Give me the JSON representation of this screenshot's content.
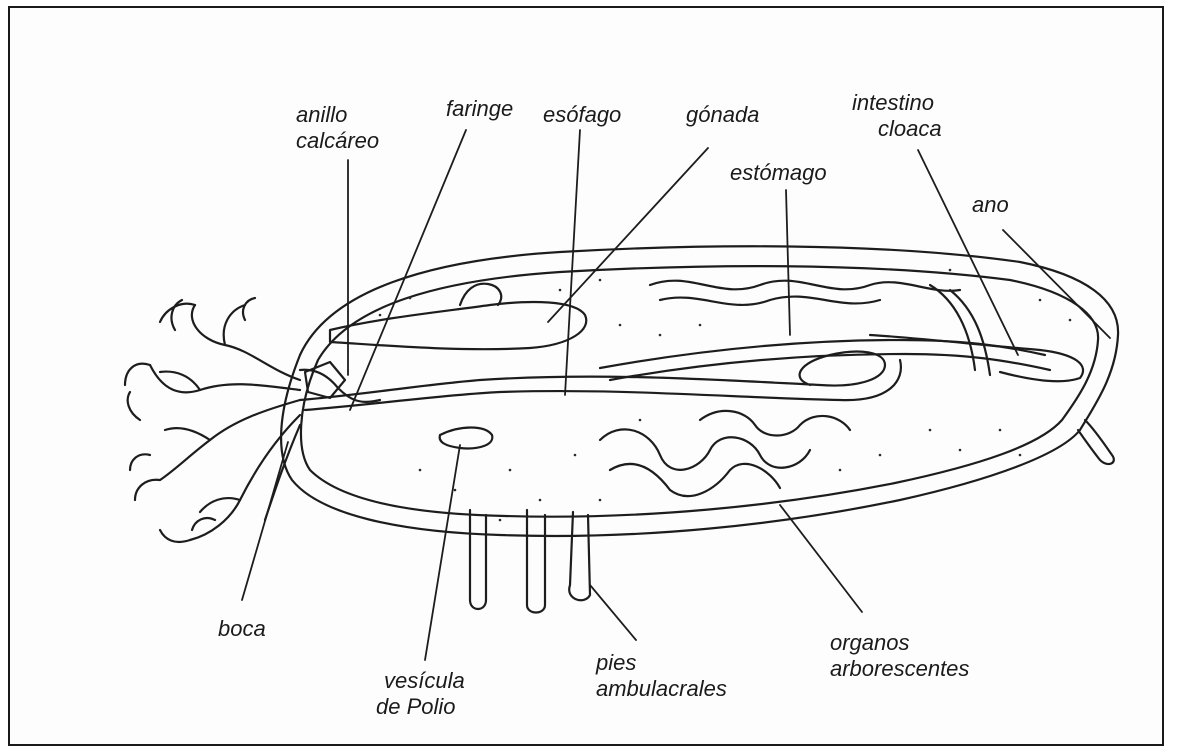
{
  "diagram": {
    "labels": {
      "anillo_calcareo": [
        "anillo",
        "calcáreo"
      ],
      "faringe": "faringe",
      "esofago": "esófago",
      "gonada": "gónada",
      "intestino_cloaca": [
        "intestino",
        "cloaca"
      ],
      "estomago": "estómago",
      "ano": "ano",
      "boca": "boca",
      "vesicula_polio": [
        "vesícula",
        "de Polio"
      ],
      "pies_ambulacrales": [
        "pies",
        "ambulacrales"
      ],
      "organos_arborescentes": [
        "organos",
        "arborescentes"
      ]
    }
  }
}
